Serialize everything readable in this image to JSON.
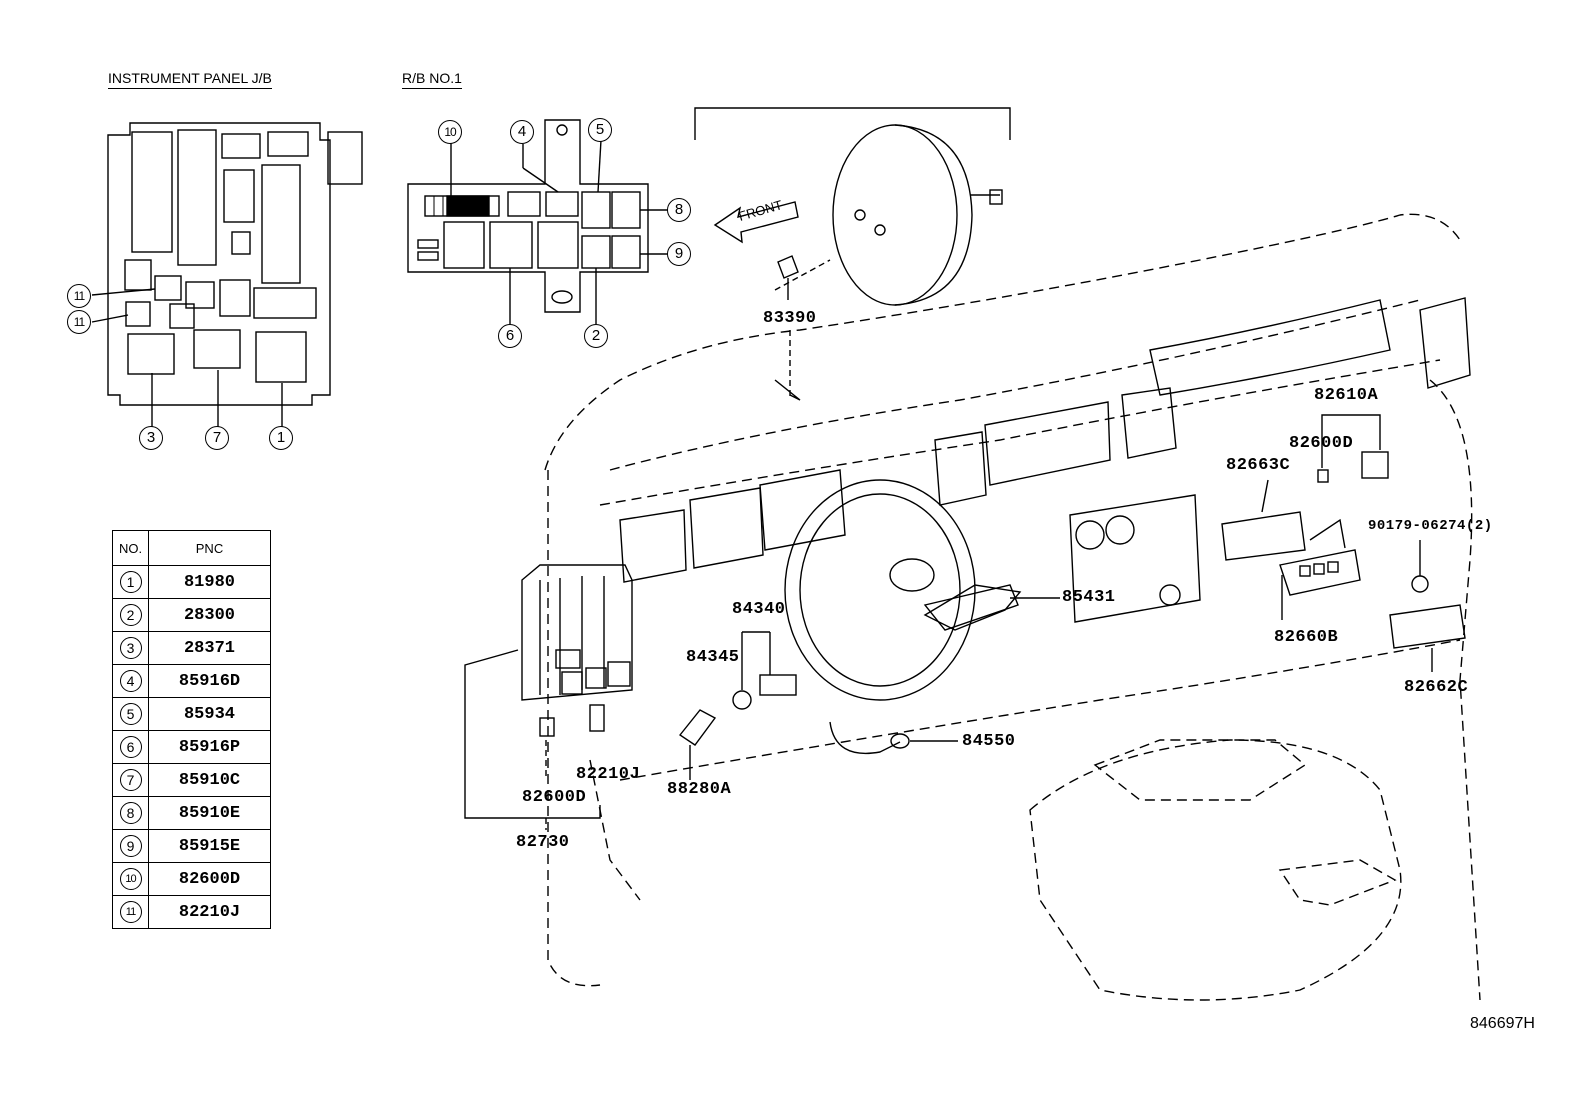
{
  "headers": {
    "instrument_panel_jb": "INSTRUMENT PANEL J/B",
    "rb_no1": "R/B NO.1"
  },
  "front_label": "FRONT",
  "table": {
    "col_no": "NO.",
    "col_pnc": "PNC",
    "rows": [
      {
        "no": "1",
        "pnc": "81980"
      },
      {
        "no": "2",
        "pnc": "28300"
      },
      {
        "no": "3",
        "pnc": "28371"
      },
      {
        "no": "4",
        "pnc": "85916D"
      },
      {
        "no": "5",
        "pnc": "85934"
      },
      {
        "no": "6",
        "pnc": "85916P"
      },
      {
        "no": "7",
        "pnc": "85910C"
      },
      {
        "no": "8",
        "pnc": "85910E"
      },
      {
        "no": "9",
        "pnc": "85915E"
      },
      {
        "no": "10",
        "pnc": "82600D"
      },
      {
        "no": "11",
        "pnc": "82210J"
      }
    ]
  },
  "callouts": {
    "jb_11a": "11",
    "jb_11b": "11",
    "jb_3": "3",
    "jb_7": "7",
    "jb_1": "1",
    "rb_10": "10",
    "rb_4": "4",
    "rb_5": "5",
    "rb_8": "8",
    "rb_9": "9",
    "rb_6": "6",
    "rb_2": "2"
  },
  "part_labels": {
    "p83390": "83390",
    "p82610A": "82610A",
    "p82600D_top": "82600D",
    "p82663C": "82663C",
    "p90179": "90179-06274(2)",
    "p85431": "85431",
    "p84340": "84340",
    "p84345": "84345",
    "p82660B": "82660B",
    "p82662C": "82662C",
    "p84550": "84550",
    "p82210J": "82210J",
    "p88280A": "88280A",
    "p82600D_bottom": "82600D",
    "p82730": "82730"
  },
  "diagram_code": "846697H"
}
